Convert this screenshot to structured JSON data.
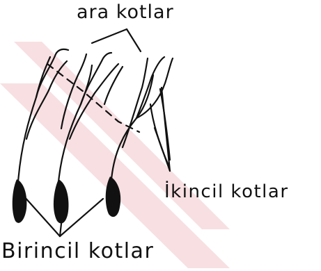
{
  "labels": {
    "ara": "ara kotlar",
    "ikincil": "İkincil kotlar",
    "birincil": "Birincil kotlar"
  },
  "colors": {
    "ink": "#111111",
    "watermark": "#f4d2d6"
  }
}
